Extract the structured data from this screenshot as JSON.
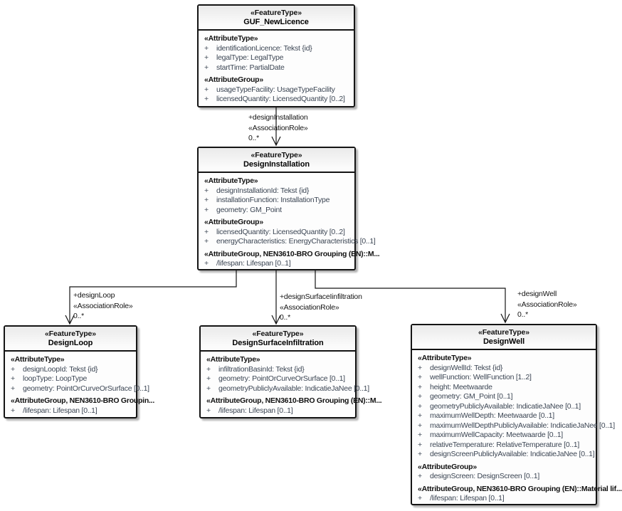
{
  "symbols": {
    "plus": "+"
  },
  "colors": {
    "box_border": "#141414",
    "box_fill": "#fdfdfd",
    "header_fill_top": "#eaeaea",
    "attribute_text": "#3c4654",
    "connector": "#141414"
  },
  "classes": [
    {
      "st": "«FeatureType»",
      "name": "GUF_NewLicence",
      "rows": [
        "«AttributeType»",
        "identificationLicence: Tekst {id}",
        "legalType: LegalType",
        "startTime: PartialDate",
        "«AttributeGroup»",
        "usageTypeFacility: UsageTypeFacility",
        "licensedQuantity: LicensedQuantity [0..2]"
      ]
    },
    {
      "st": "«FeatureType»",
      "name": "DesignInstallation",
      "rows": [
        "«AttributeType»",
        "designInstallationId: Tekst {id}",
        "installationFunction: InstallationType",
        "geometry: GM_Point",
        "«AttributeGroup»",
        "licensedQuantity: LicensedQuantity [0..2]",
        "energyCharacteristics: EnergyCharacteristics [0..1]",
        "«AttributeGroup, NEN3610-BRO Grouping (EN)::M...",
        "/lifespan: Lifespan [0..1]"
      ]
    },
    {
      "st": "«FeatureType»",
      "name": "DesignLoop",
      "rows": [
        "«AttributeType»",
        "designLoopId: Tekst {id}",
        "loopType: LoopType",
        "geometry: PointOrCurveOrSurface [0..1]",
        "«AttributeGroup, NEN3610-BRO Groupin...",
        "/lifespan: Lifespan [0..1]"
      ]
    },
    {
      "st": "«FeatureType»",
      "name": "DesignSurfaceInfiltration",
      "rows": [
        "«AttributeType»",
        "infiltrationBasinId: Tekst {id}",
        "geometry: PointOrCurveOrSurface [0..1]",
        "geometryPubliclyAvailable: IndicatieJaNee [0..1]",
        "«AttributeGroup, NEN3610-BRO Grouping (EN)::M...",
        "/lifespan: Lifespan [0..1]"
      ]
    },
    {
      "st": "«FeatureType»",
      "name": "DesignWell",
      "rows": [
        "«AttributeType»",
        "designWellId: Tekst {id}",
        "wellFunction: WellFunction [1..2]",
        "height: Meetwaarde",
        "geometry: GM_Point [0..1]",
        "geometryPubliclyAvailable: IndicatieJaNee [0..1]",
        "maximumWellDepth: Meetwaarde [0..1]",
        "maximumWellDepthPubliclyAvailable: IndicatieJaNee [0..1]",
        "maximumWellCapacity: Meetwaarde [0..1]",
        "relativeTemperature: RelativeTemperature [0..1]",
        "designScreenPubliclyAvailable: IndicatieJaNee [0..1]",
        "«AttributeGroup»",
        "designScreen: DesignScreen [0..1]",
        "«AttributeGroup, NEN3610-BRO Grouping (EN)::Material lif...",
        "/lifespan: Lifespan [0..1]"
      ]
    }
  ],
  "associations": [
    {
      "role": "+designInstallation",
      "st": "«AssociationRole»",
      "mult": "0..*"
    },
    {
      "role": "+designLoop",
      "st": "«AssociationRole»",
      "mult": "0..*"
    },
    {
      "role": "+designSurfaceIinfiltration",
      "st": "«AssociationRole»",
      "mult": "0..*"
    },
    {
      "role": "+designWell",
      "st": "«AssociationRole»",
      "mult": "0..*"
    }
  ]
}
